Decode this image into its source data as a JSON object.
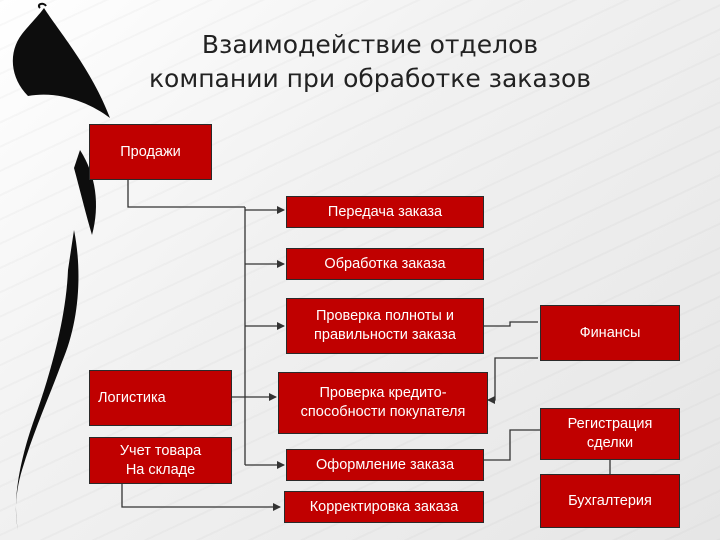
{
  "title": {
    "line1": "Взаимодействие отделов",
    "line2": "компании при обработке заказов"
  },
  "boxes": {
    "sales": "Продажи",
    "order_transfer": "Передача заказа",
    "order_processing": "Обработка заказа",
    "check_completeness": [
      "Проверка полноты и",
      "правильности заказа"
    ],
    "logistics": "Логистика",
    "check_credit": [
      "Проверка кредито-",
      "способности покупателя"
    ],
    "inventory": [
      "Учет товара",
      "На складе"
    ],
    "order_formalization": "Оформление заказа",
    "order_correction": "Корректировка заказа",
    "finance": "Финансы",
    "deal_registration": [
      "Регистрация",
      "сделки"
    ],
    "accounting": "Бухгалтерия"
  },
  "colors": {
    "box_fill": "#c00000",
    "box_text": "#ffffff",
    "line": "#333333",
    "ribbon": "#0d0d0d"
  }
}
